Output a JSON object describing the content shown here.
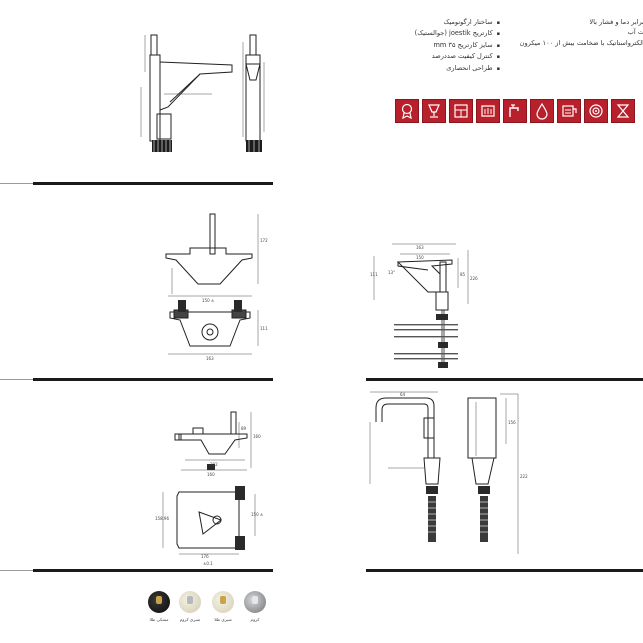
{
  "features_right": [
    "ساختار ارگونومیک",
    "کارتریج joestik (جوالستیک)",
    "سایز کارتریج mm ۳۵",
    "کنترل کیفیت صددرصد",
    "طراحی انحصاری"
  ],
  "features_left": [
    "برابر دما و فشار بالا",
    "ت آب",
    "الکترواستاتیک با ضخامت بیش از ۱۰۰ میکرون"
  ],
  "badges": [
    "medal-icon",
    "award-icon",
    "standard-icon",
    "warranty-icon",
    "faucet-icon",
    "water-drop-icon",
    "paint-icon",
    "cartridge-icon",
    "hourglass-icon"
  ],
  "dims": {
    "basin_top": "163",
    "basin_inner": "150",
    "basin_h": "85",
    "basin_side": "226",
    "basin_left": "111",
    "basin_spout": "13°",
    "wall_h": "172",
    "wall_span": "150 ±",
    "wall_body_h": "111",
    "wall_w": "163",
    "bath_h1": "89",
    "bath_h2": "160",
    "bath_span": "202",
    "bath_w": "160",
    "bath_side": "150 ±",
    "bath_left": "158.96",
    "bath_bottom": "176",
    "bath_tol": "±0.1",
    "sink_top": "64",
    "sink_side": "156",
    "sink_h": "222"
  },
  "finishes": [
    {
      "name": "مشکی طلا",
      "color": "#161616"
    },
    {
      "name": "شیری کروم",
      "color": "#e6e2cf"
    },
    {
      "name": "شیری طلا",
      "color": "#e8e3cf"
    },
    {
      "name": "کروم",
      "color": "#a9aaac"
    }
  ]
}
